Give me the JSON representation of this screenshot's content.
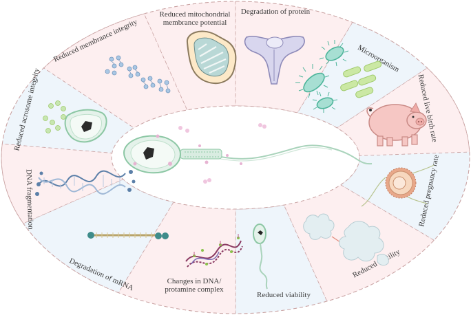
{
  "segments": [
    {
      "label_lines": [
        "Reduced mitochondrial",
        "membrance  potential"
      ],
      "fill": "#fdeff0",
      "icon": "mitochondrion-icon"
    },
    {
      "label_lines": [
        "Degradation of protein"
      ],
      "fill": "#fdeff0",
      "icon": "protein-icon"
    },
    {
      "label_lines": [
        "Microorganism"
      ],
      "fill": "#eef5fb",
      "icon": "microorganism-icon"
    },
    {
      "label_lines": [
        "Reduced live birth rate"
      ],
      "fill": "#fdeff0",
      "icon": "pig-icon"
    },
    {
      "label_lines": [
        "Reduced pregnancy rate"
      ],
      "fill": "#eef5fb",
      "icon": "oocyte-icon"
    },
    {
      "label_lines": [
        "Reduced motility"
      ],
      "fill": "#fdeff0",
      "icon": "cell-fragments-icon"
    },
    {
      "label_lines": [
        "Reduced viability"
      ],
      "fill": "#eef5fb",
      "icon": "sperm-icon"
    },
    {
      "label_lines": [
        "Changes in DNA/",
        "protamine  complex"
      ],
      "fill": "#fdeff0",
      "icon": "dna-protamine-icon"
    },
    {
      "label_lines": [
        "Degradation of mRNA"
      ],
      "fill": "#eef5fb",
      "icon": "mrna-icon"
    },
    {
      "label_lines": [
        "DNA fragmentation"
      ],
      "fill": "#fdeff0",
      "icon": "dna-helix-icon"
    },
    {
      "label_lines": [
        "Reduced acrosome integrity"
      ],
      "fill": "#eef5fb",
      "icon": "acrosome-icon"
    },
    {
      "label_lines": [
        "Reduced membrance integrity"
      ],
      "fill": "#fdeff0",
      "icon": "membrane-icon"
    }
  ],
  "colors": {
    "pink": "#fdeff0",
    "blue": "#eef5fb",
    "border": "#c9a2a2",
    "sperm_green": "#8cc7a4"
  }
}
